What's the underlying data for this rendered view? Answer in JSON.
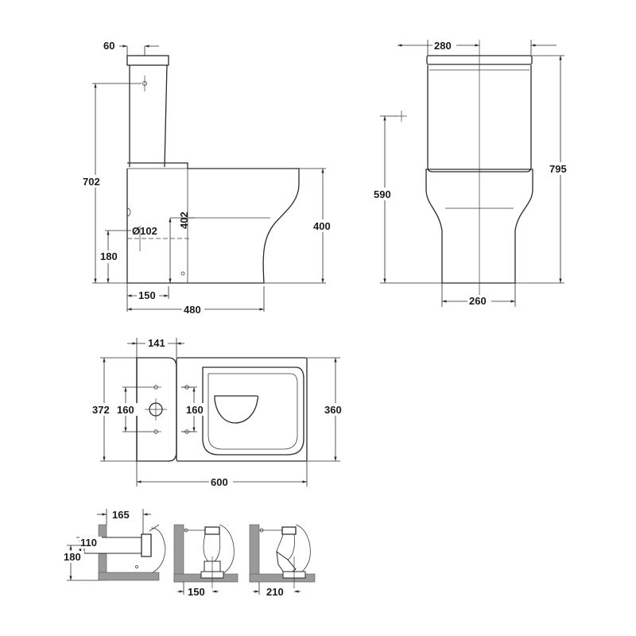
{
  "side_view": {
    "cistern_depth": "60",
    "total_height": "702",
    "outlet_height_label": "402",
    "pan_height": "400",
    "outlet_diameter": "Ø102",
    "outlet_center": "180",
    "outlet_offset": "150",
    "projection": "480"
  },
  "front_view": {
    "cistern_width": "280",
    "water_inlet_height": "590",
    "overall_height": "795",
    "base_width": "260"
  },
  "plan_view": {
    "cistern_depth": "141",
    "fixing_spacing_left": "160",
    "fixing_spacing_right": "160",
    "cistern_length": "372",
    "seat_width": "360",
    "overall_depth": "600"
  },
  "install_details": {
    "wall_to_center": "165",
    "pipe_diameter": "110",
    "pipe_height": "180",
    "floor_offset_a": "150",
    "floor_offset_b": "210"
  }
}
